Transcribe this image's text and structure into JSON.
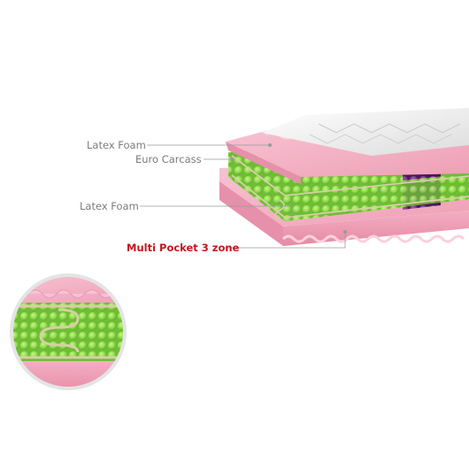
{
  "layers": {
    "latex_top": "Latex Foam",
    "euro_carcass": "Euro Carcass",
    "latex_bottom": "Latex Foam",
    "pocket": "Multi Pocket 3 zone"
  },
  "colors": {
    "foam_pink": "#f4b7c8",
    "spring_green": "#8fd94a",
    "zone_purple": "#6b2c7a",
    "cover_white": "#efefef",
    "accent_red": "#c3161c",
    "label_gray": "#7b7b7b"
  }
}
